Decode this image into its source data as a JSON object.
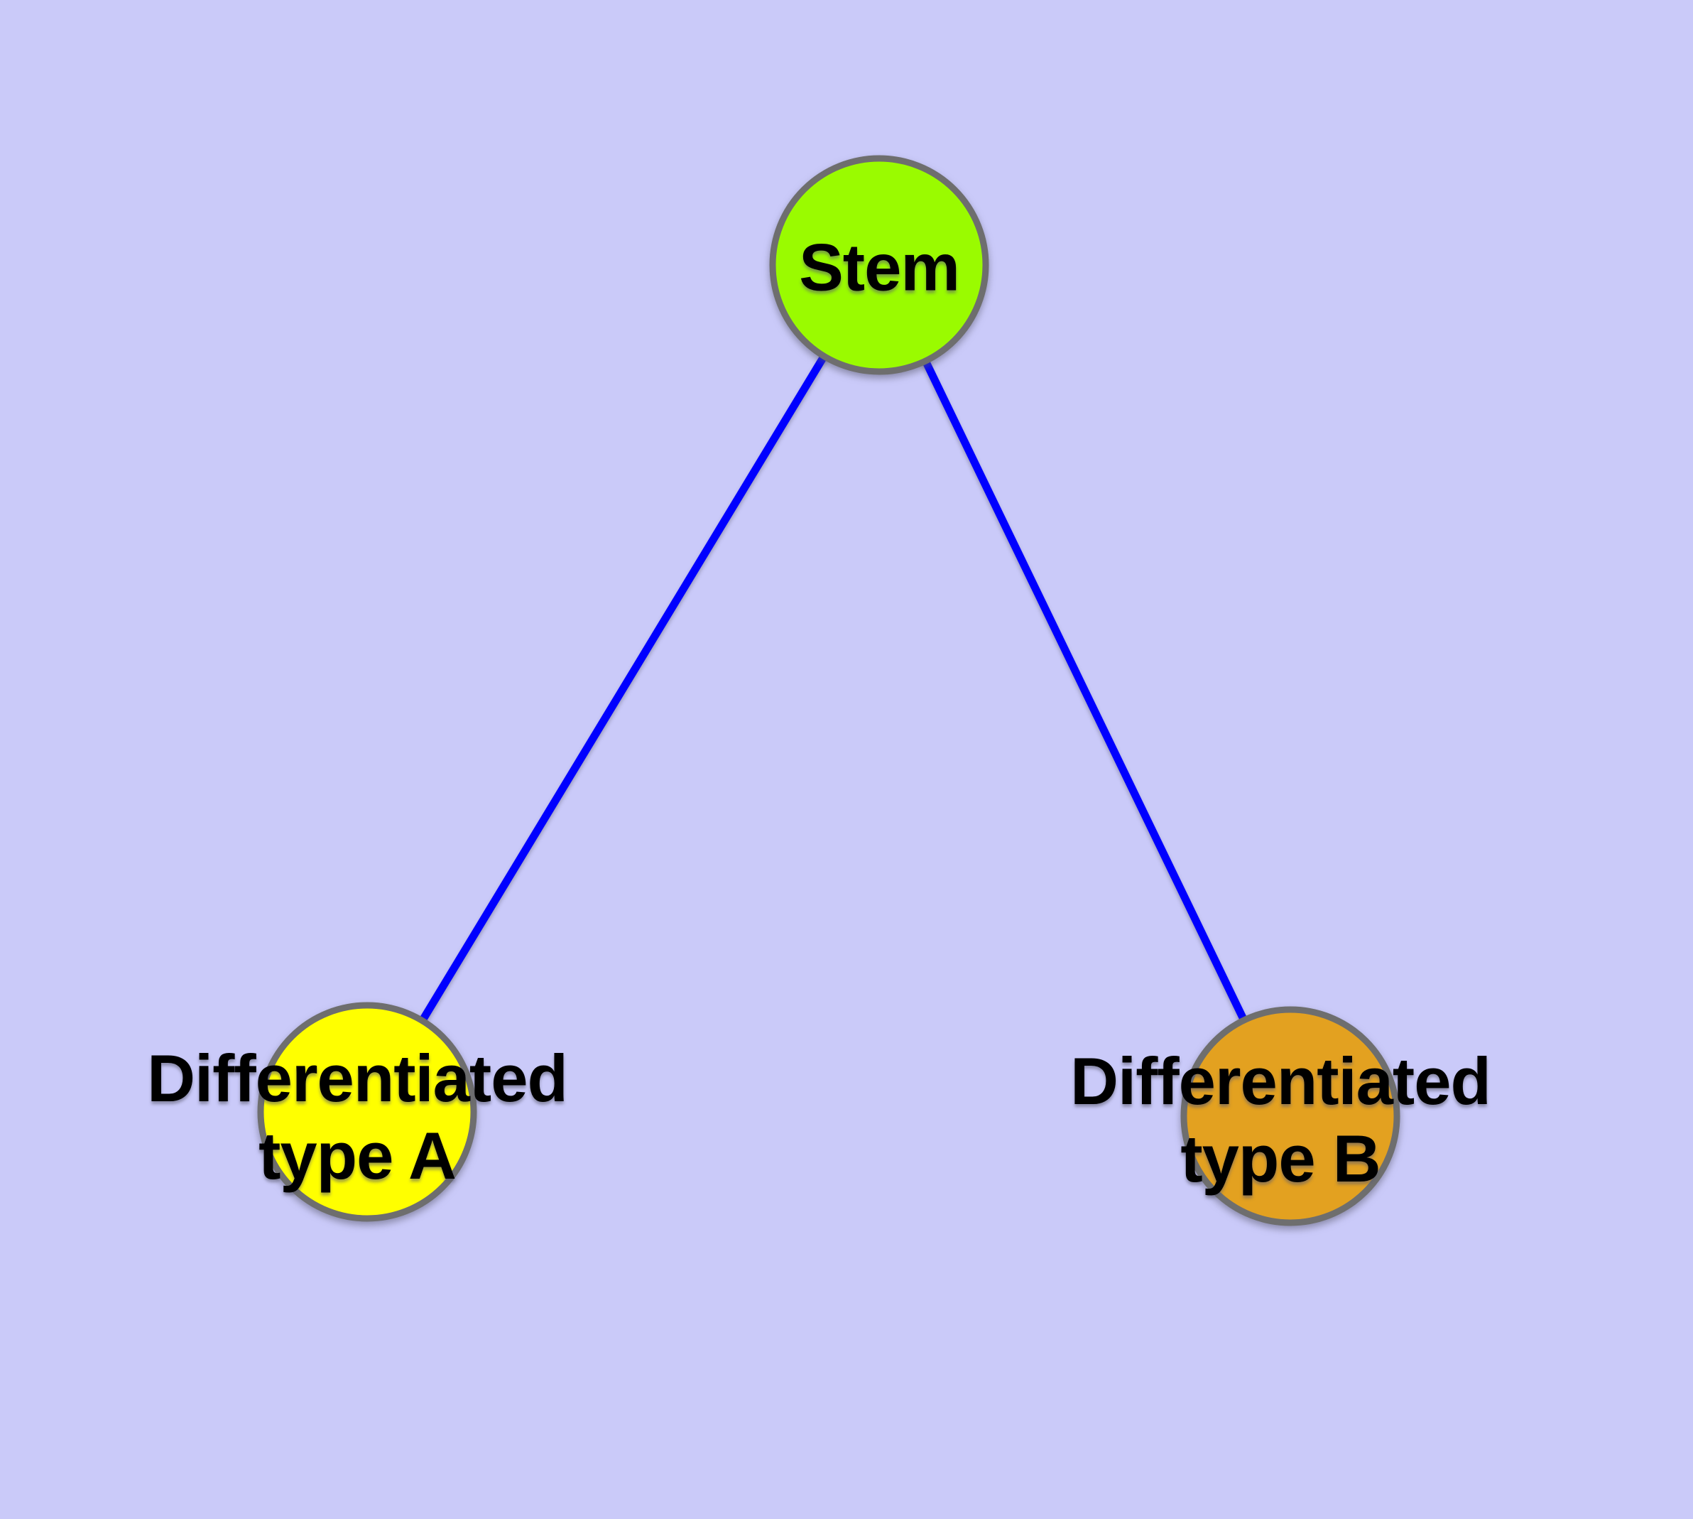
{
  "diagram": {
    "background_color": "#cacaf9",
    "edge_color": "#0000ff",
    "node_border_color": "#6e6e6e",
    "text_color": "#000000",
    "nodes": {
      "stem": {
        "label": "Stem",
        "color": "#9afb00"
      },
      "diff_a": {
        "label": "Differentiated\ntype A",
        "color": "#ffff00"
      },
      "diff_b": {
        "label": "Differentiated\ntype B",
        "color": "#e3a120"
      }
    },
    "edges": [
      {
        "from": "Stem",
        "to": "Differentiated type A"
      },
      {
        "from": "Stem",
        "to": "Differentiated type B"
      }
    ]
  }
}
